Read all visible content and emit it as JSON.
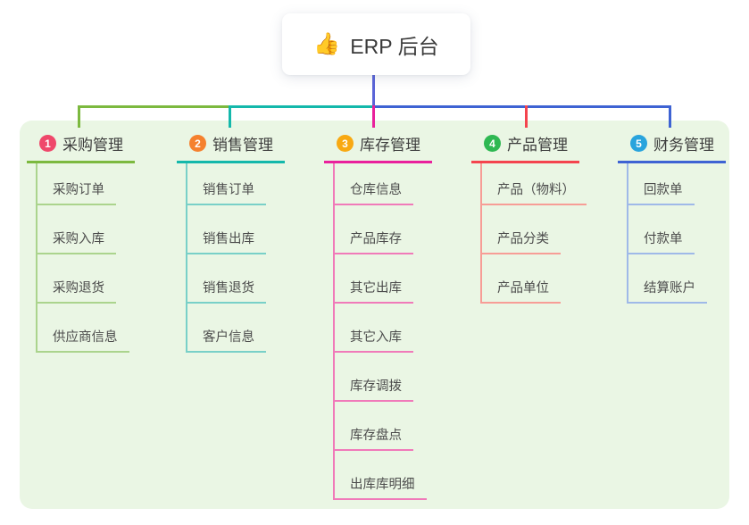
{
  "colors": {
    "page_bg": "#ffffff",
    "canvas_bg": "#eaf6e4",
    "root_connector": "#5b65d8",
    "header_text": "#3d3d3d",
    "child_text": "#4c4c4c"
  },
  "root": {
    "emoji": "👍",
    "label": "ERP 后台"
  },
  "branches": [
    {
      "index": "1",
      "label": "采购管理",
      "badge_color": "#ef486b",
      "line_color": "#7cb93f",
      "child_line_color": "#abd48d",
      "children": [
        "采购订单",
        "采购入库",
        "采购退货",
        "供应商信息"
      ]
    },
    {
      "index": "2",
      "label": "销售管理",
      "badge_color": "#f5812e",
      "line_color": "#14b8ab",
      "child_line_color": "#79d0c8",
      "children": [
        "销售订单",
        "销售出库",
        "销售退货",
        "客户信息"
      ]
    },
    {
      "index": "3",
      "label": "库存管理",
      "badge_color": "#f8a912",
      "line_color": "#e9219c",
      "child_line_color": "#f07ab9",
      "children": [
        "仓库信息",
        "产品库存",
        "其它出库",
        "其它入库",
        "库存调拨",
        "库存盘点",
        "出库库明细"
      ]
    },
    {
      "index": "4",
      "label": "产品管理",
      "badge_color": "#2eb852",
      "line_color": "#f4444e",
      "child_line_color": "#f79d96",
      "children": [
        "产品（物料）",
        "产品分类",
        "产品单位"
      ]
    },
    {
      "index": "5",
      "label": "财务管理",
      "badge_color": "#29a4dd",
      "line_color": "#3e63d3",
      "child_line_color": "#9fb9e8",
      "children": [
        "回款单",
        "付款单",
        "结算账户"
      ]
    }
  ]
}
